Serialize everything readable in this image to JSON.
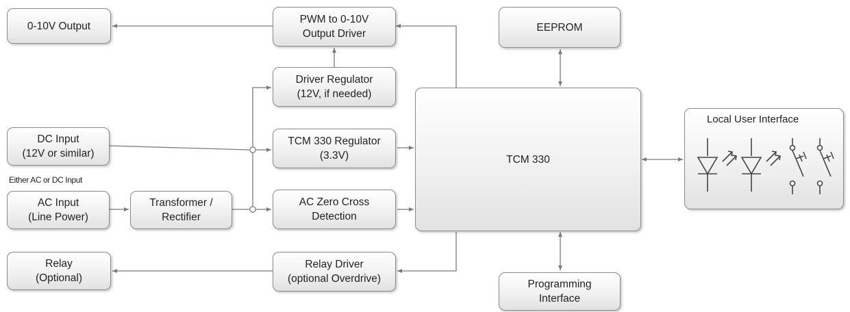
{
  "blocks": {
    "out_0_10v": "0-10V Output",
    "pwm_driver": [
      "PWM to 0-10V",
      "Output Driver"
    ],
    "eeprom": "EEPROM",
    "driver_regulator": [
      "Driver Regulator",
      "(12V, if needed)"
    ],
    "dc_input": [
      "DC Input",
      "(12V or similar)"
    ],
    "tcm_regulator": [
      "TCM 330 Regulator",
      "(3.3V)"
    ],
    "tcm330": "TCM 330",
    "local_ui": "Local User Interface",
    "ac_input": [
      "AC Input",
      "(Line Power)"
    ],
    "transformer": [
      "Transformer /",
      "Rectifier"
    ],
    "ac_zero": [
      "AC Zero Cross",
      "Detection"
    ],
    "relay": [
      "Relay",
      "(Optional)"
    ],
    "relay_driver": [
      "Relay Driver",
      "(optional Overdrive)"
    ],
    "programming": [
      "Programming",
      "Interface"
    ]
  },
  "notes": {
    "either_input": "Either AC or DC Input"
  },
  "colors": {
    "line": "#7a7a7a",
    "border": "#8a8a8a",
    "fill_top": "#ffffff",
    "fill_bottom": "#e2e2e2"
  }
}
